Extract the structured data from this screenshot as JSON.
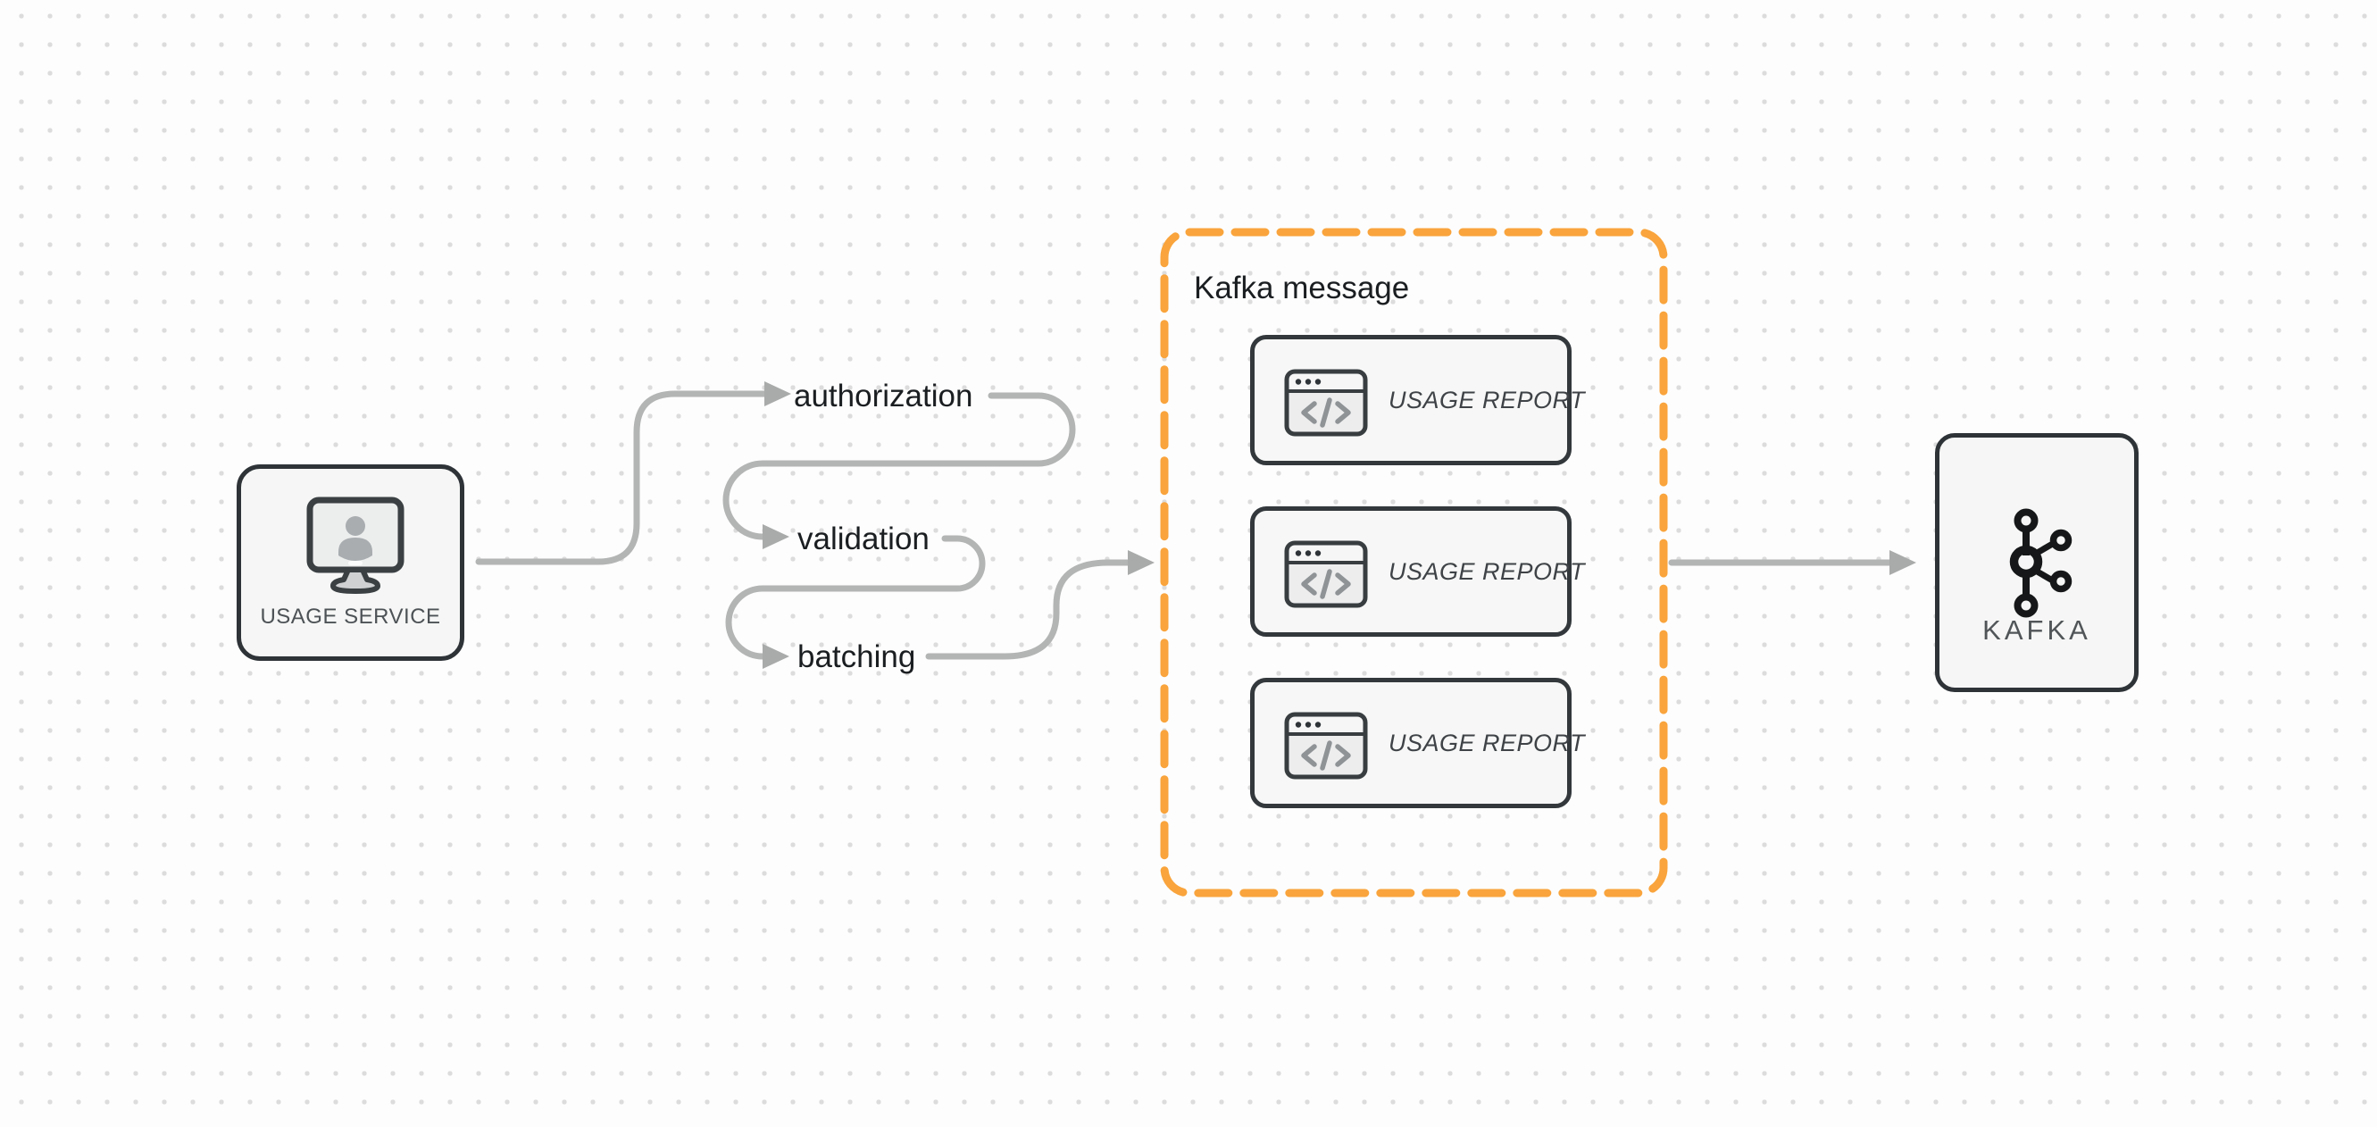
{
  "diagram": {
    "usage_service": {
      "label": "USAGE SERVICE"
    },
    "pipeline_steps": [
      {
        "label": "authorization"
      },
      {
        "label": "validation"
      },
      {
        "label": "batching"
      }
    ],
    "kafka_message_group": {
      "title": "Kafka message",
      "reports": [
        {
          "label": "USAGE REPORT"
        },
        {
          "label": "USAGE REPORT"
        },
        {
          "label": "USAGE REPORT"
        }
      ]
    },
    "kafka": {
      "label": "KAFKA"
    },
    "colors": {
      "accent_orange": "#F9A43C",
      "arrow_gray": "#B3B4B4",
      "node_border_dark": "#2E3338",
      "node_fill": "#F5F6F5",
      "canvas_dot": "#DCDCDC",
      "label_text": "#1B1E21",
      "muted_text": "#4D5256"
    }
  }
}
